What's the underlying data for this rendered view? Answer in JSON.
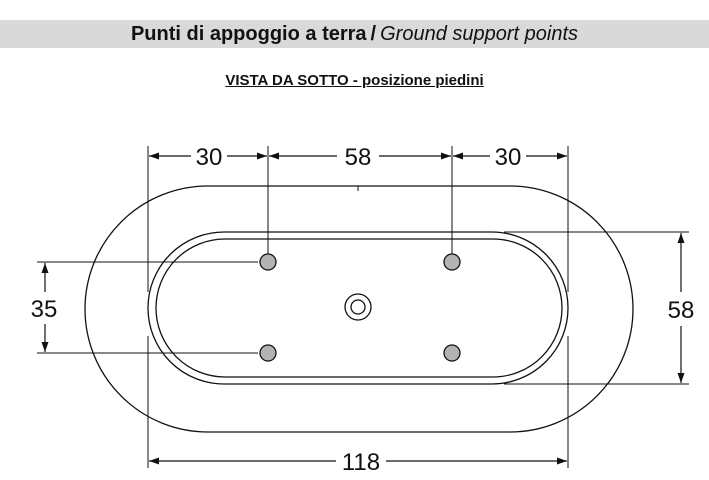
{
  "header": {
    "title_it": "Punti di appoggio a terra",
    "separator": "/",
    "title_en": "Ground support points"
  },
  "subtitle": "VISTA DA SOTTO - posizione piedini",
  "dimensions": {
    "left_offset": "30",
    "center_spacing": "58",
    "right_offset": "30",
    "total_length": "118",
    "foot_spacing_vertical": "35",
    "inner_height": "58"
  },
  "colors": {
    "header_band": "#d9d9d9",
    "foot_fill": "#b3b3b3",
    "line": "#111111"
  }
}
